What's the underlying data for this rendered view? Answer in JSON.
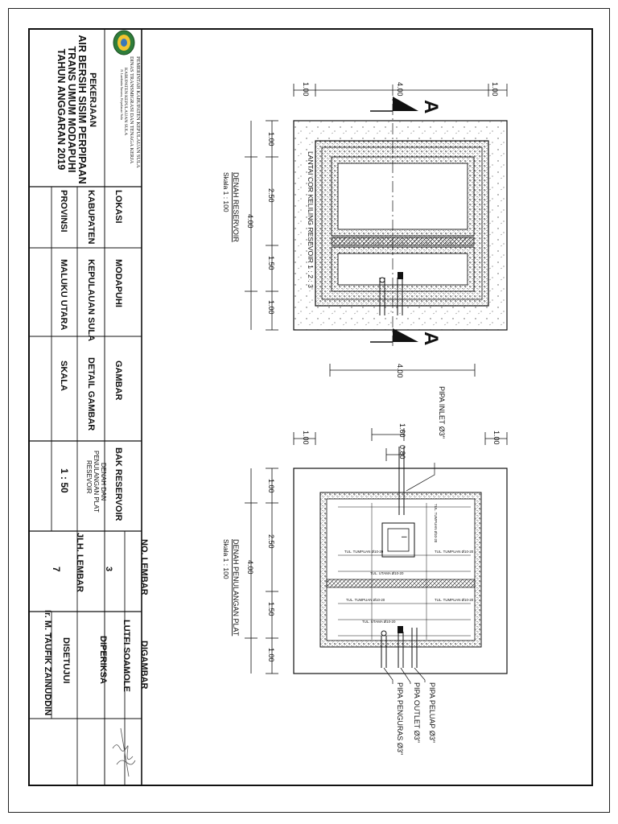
{
  "title_block": {
    "agency_line1": "PEMERINTAH KABUPATEN KEPULAUAN SULA",
    "agency_line2": "DINAS TRANSMIGRASI DAN TENAGA KERJA",
    "agency_line3": "KABUPATEN KEPULAUAN SULA",
    "agency_line4": "Jl. Lambaitu Sanana, Kepulauan Sula",
    "project_label": "PEKERJAAN",
    "project_line1": "AIR BERSIH SISIM PERPIPAAN",
    "project_line2": "TRANS UMUM MODAPUHI",
    "project_line3": "TAHUN ANGGARAN 2019",
    "lokasi_label": "LOKASI",
    "lokasi_value": "MODAPUHI",
    "kabupaten_label": "KABUPATEN",
    "kabupaten_value": "KEPULAUAN SULA",
    "provinsi_label": "PROVINSI",
    "provinsi_value": "MALUKU UTARA",
    "gambar_label": "GAMBAR",
    "gambar_value": "BAK RESERVOIR",
    "detail_label": "DETAIL GAMBAR",
    "detail_line1": "DENAH DAN",
    "detail_line2": "PENULANGAN PLAT",
    "detail_line3": "RESEVOIR",
    "skala_label": "SKALA",
    "skala_value": "1 : 50",
    "no_lembar_label": "NO. LEMBAR",
    "no_lembar_value": "3",
    "jlh_lembar_label": "JLH. LEMBAR",
    "jlh_lembar_value": "7",
    "digambar_label": "DIGAMBAR",
    "digambar_value": "LUTFI SOAMOLE",
    "diperiksa_label": "DIPERIKSA",
    "disetujui_label": "DISETUJUI",
    "disetujui_value": "Ir. M. TAUFIK ZAINUDDIN"
  },
  "plan1": {
    "title": "DENAH RESERVOIR",
    "scale": "Skala  1 : 100",
    "label_floor": "LANTAI COR KELILING RESEVOIR 1 : 2 : 3",
    "section_marker": "A",
    "dims_left": [
      "1.00",
      "2.50",
      "1.50",
      "1.00"
    ],
    "dim_total": "4.00",
    "dims_top": [
      "1.00",
      "4.00",
      "1.00"
    ],
    "dim_bottom": "4.00"
  },
  "plan2": {
    "title": "DENAH PENULANGAN PLAT",
    "scale": "Skala  1 : 100",
    "dims_left": [
      "1.00",
      "2.50",
      "1.50",
      "1.00"
    ],
    "dim_total": "4.00",
    "dims_top": [
      "1.00",
      "1.00"
    ],
    "dim_160": "1.60",
    "dim_080": "0.80",
    "pipe_inlet": "PIPA INLET Ø3\"",
    "pipe_peluap": "PIPA PELUAP Ø3\"",
    "pipe_outlet": "PIPA OUTLET Ø3\"",
    "pipe_penguras": "PIPA PENGURAS Ø3\"",
    "tul_tumpuan": "TUL. TUMPUAN Ø10-20",
    "tul_utama": "TUL. UTAMA Ø10-20",
    "manhole_mark": "I"
  }
}
